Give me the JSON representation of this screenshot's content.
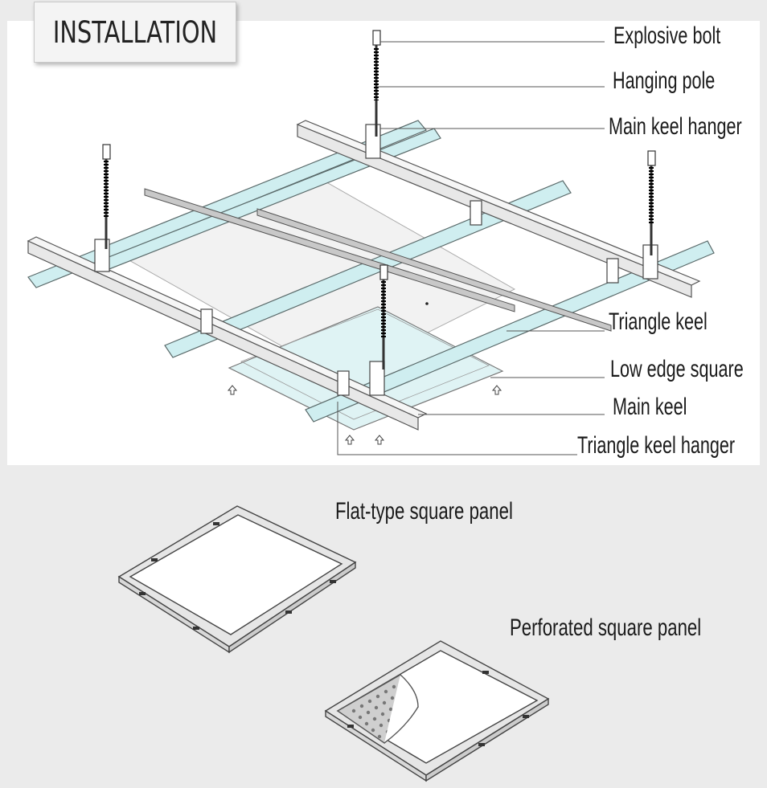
{
  "title": "INSTALLATION",
  "callouts": {
    "explosive_bolt": "Explosive bolt",
    "hanging_pole": "Hanging pole",
    "main_keel_hanger": "Main keel hanger",
    "triangle_keel": "Triangle keel",
    "low_edge_square": "Low edge square",
    "main_keel": "Main keel",
    "triangle_keel_hanger": "Triangle keel hanger"
  },
  "panels": {
    "flat": "Flat-type square panel",
    "perforated": "Perforated square panel"
  },
  "colors": {
    "keel_fill": "#cfeef0",
    "line": "#555555",
    "background": "#ebebeb"
  }
}
